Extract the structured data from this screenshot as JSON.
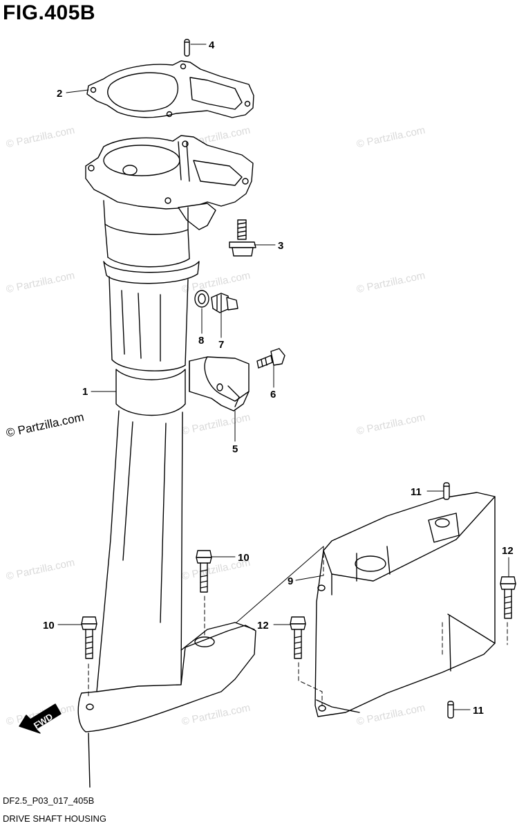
{
  "figure": {
    "title": "FIG.405B",
    "code": "DF2.5_P03_017_405B",
    "caption": "DRIVE SHAFT HOUSING"
  },
  "watermarks": {
    "text": "© Partzilla.com",
    "highlight": "© Partzilla.com"
  },
  "callouts": [
    {
      "id": "c1",
      "label": "1"
    },
    {
      "id": "c2",
      "label": "2"
    },
    {
      "id": "c3",
      "label": "3"
    },
    {
      "id": "c4",
      "label": "4"
    },
    {
      "id": "c5",
      "label": "5"
    },
    {
      "id": "c6",
      "label": "6"
    },
    {
      "id": "c7",
      "label": "7"
    },
    {
      "id": "c8",
      "label": "8"
    },
    {
      "id": "c9",
      "label": "9"
    },
    {
      "id": "c10a",
      "label": "10"
    },
    {
      "id": "c10b",
      "label": "10"
    },
    {
      "id": "c11a",
      "label": "11"
    },
    {
      "id": "c11b",
      "label": "11"
    },
    {
      "id": "c12a",
      "label": "12"
    },
    {
      "id": "c12b",
      "label": "12"
    }
  ],
  "fwd_label": "FWD"
}
